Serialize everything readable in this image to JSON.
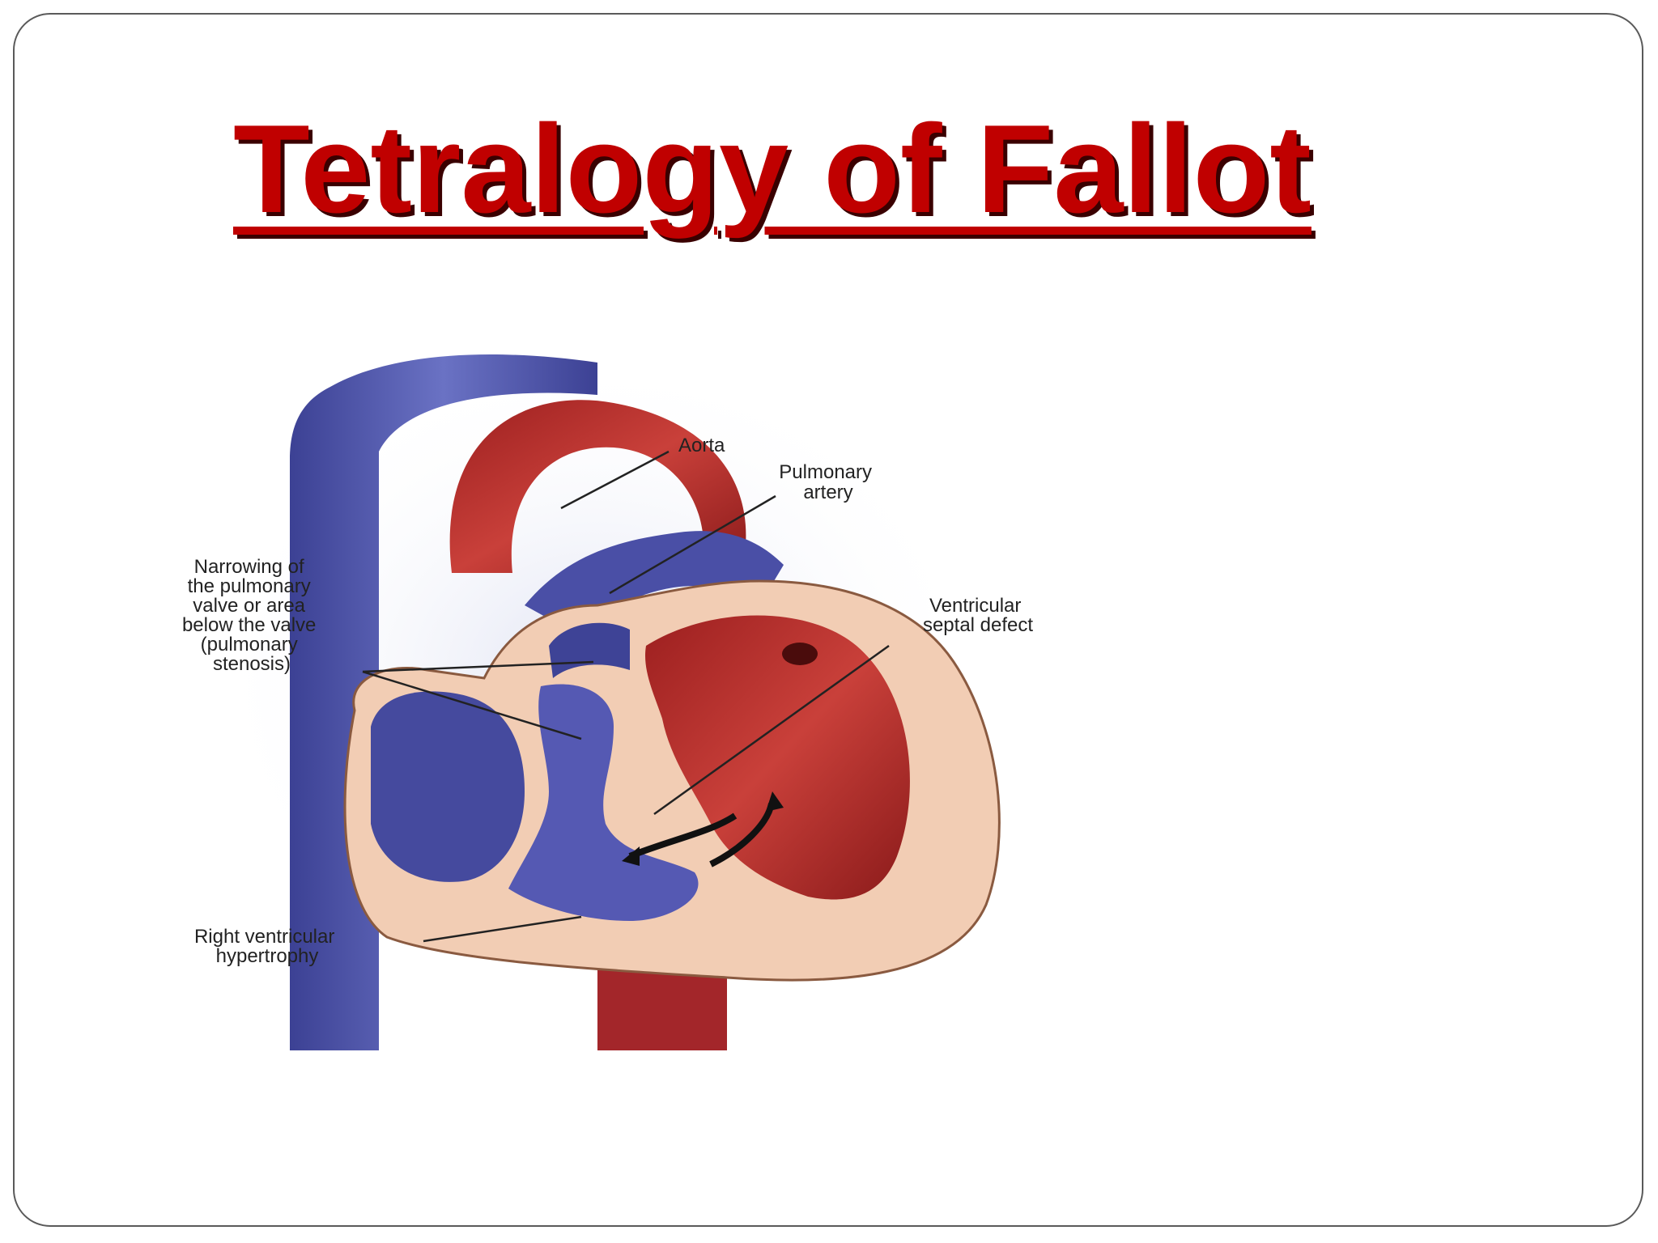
{
  "slide": {
    "title": "Tetralogy of Fallot",
    "title_color": "#c00000"
  },
  "diagram": {
    "labels": {
      "aorta": "Aorta",
      "pulmonary_artery": [
        "Pulmonary",
        "artery"
      ],
      "stenosis": [
        "Narrowing of",
        "the pulmonary",
        "valve or area",
        "below the valve",
        "(pulmonary",
        "stenosis)"
      ],
      "vsd": [
        "Ventricular",
        "septal defect"
      ],
      "rvh": [
        "Right ventricular",
        "hypertrophy"
      ]
    },
    "colors": {
      "oxygenated": "#b32b2b",
      "deoxygenated": "#4a4fa6",
      "muscle": "#f2cdb4"
    }
  }
}
